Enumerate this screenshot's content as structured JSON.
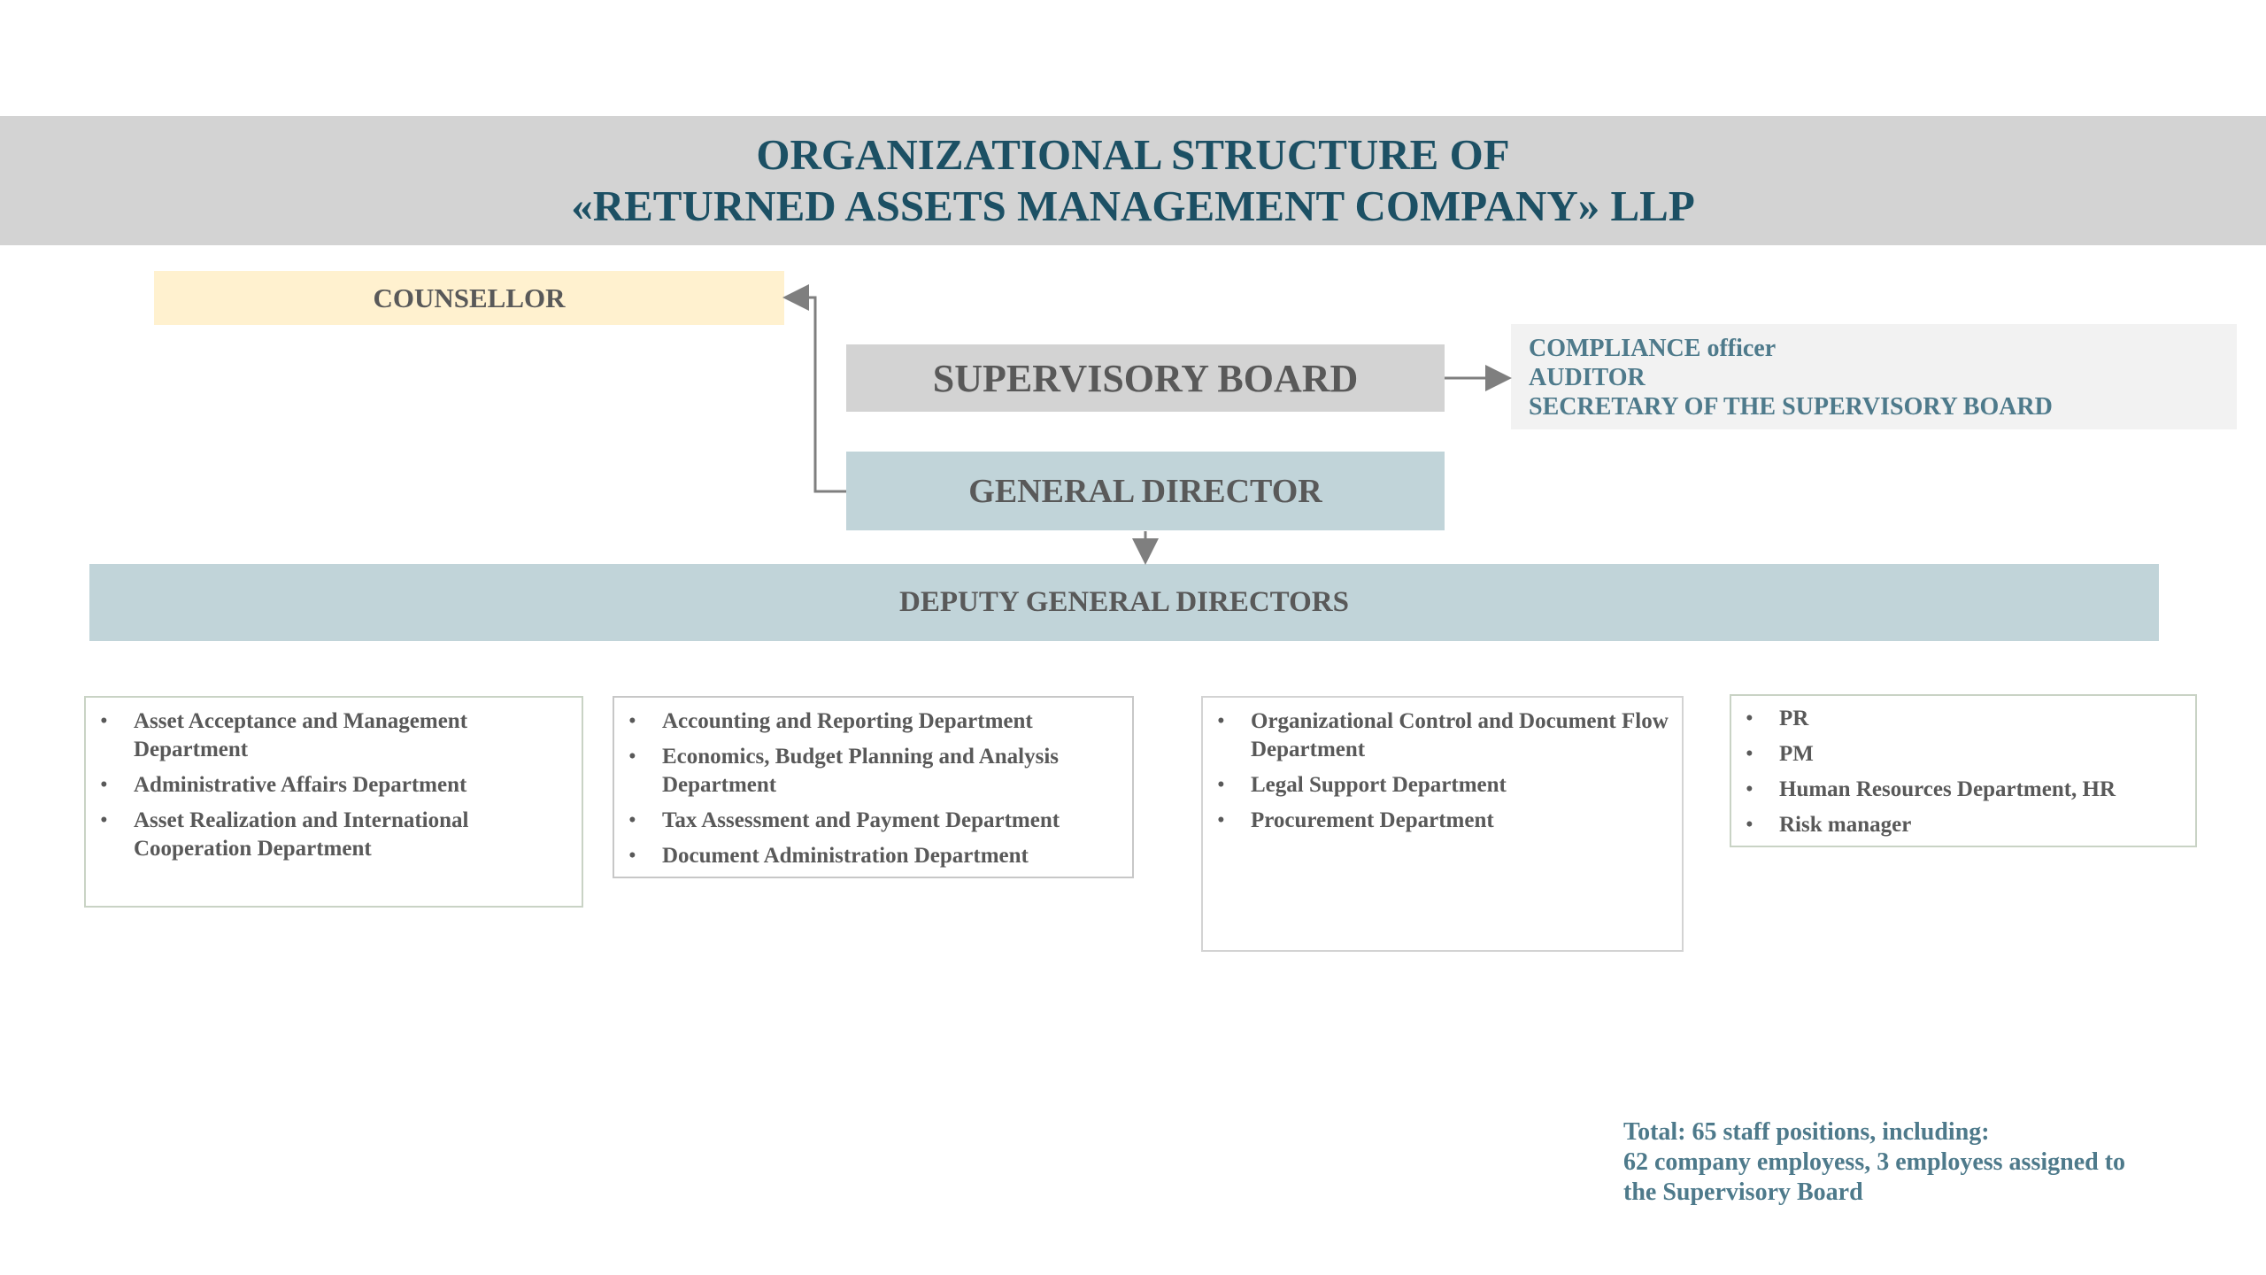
{
  "title": {
    "line1": "ORGANIZATIONAL STRUCTURE OF",
    "line2": "«RETURNED ASSETS MANAGEMENT COMPANY» LLP"
  },
  "counsellor": "COUNSELLOR",
  "supervisory_board": "SUPERVISORY BOARD",
  "general_director": "GENERAL DIRECTOR",
  "board_staff": [
    "COMPLIANCE officer",
    "AUDITOR",
    "SECRETARY OF THE SUPERVISORY BOARD"
  ],
  "deputy_general_directors": "DEPUTY GENERAL DIRECTORS",
  "department_groups": [
    {
      "items": [
        "Asset Acceptance and Management Department",
        "Administrative Affairs Department",
        "Asset Realization and International Cooperation Department"
      ]
    },
    {
      "items": [
        "Accounting and Reporting Department",
        "Economics, Budget Planning and Analysis Department",
        "Tax Assessment and Payment Department",
        "Document Administration Department"
      ]
    },
    {
      "items": [
        "Organizational Control and Document Flow Department",
        "Legal Support Department",
        "Procurement Department"
      ]
    },
    {
      "items": [
        "PR",
        "PM",
        "Human Resources Department, HR",
        "Risk manager"
      ]
    }
  ],
  "total": {
    "line1": "Total: 65  staff positions, including:",
    "line2": "62 company employess, 3 employess assigned to",
    "line3": "the Supervisory Board"
  },
  "colors": {
    "title_text": "#1c5064",
    "accent_text": "#4e7a8b",
    "body_text": "#595959",
    "band_gray": "#d3d3d3",
    "band_blue": "#c1d4d9",
    "counsellor_fill": "#fff1cf",
    "connector": "#7f7f7f"
  }
}
